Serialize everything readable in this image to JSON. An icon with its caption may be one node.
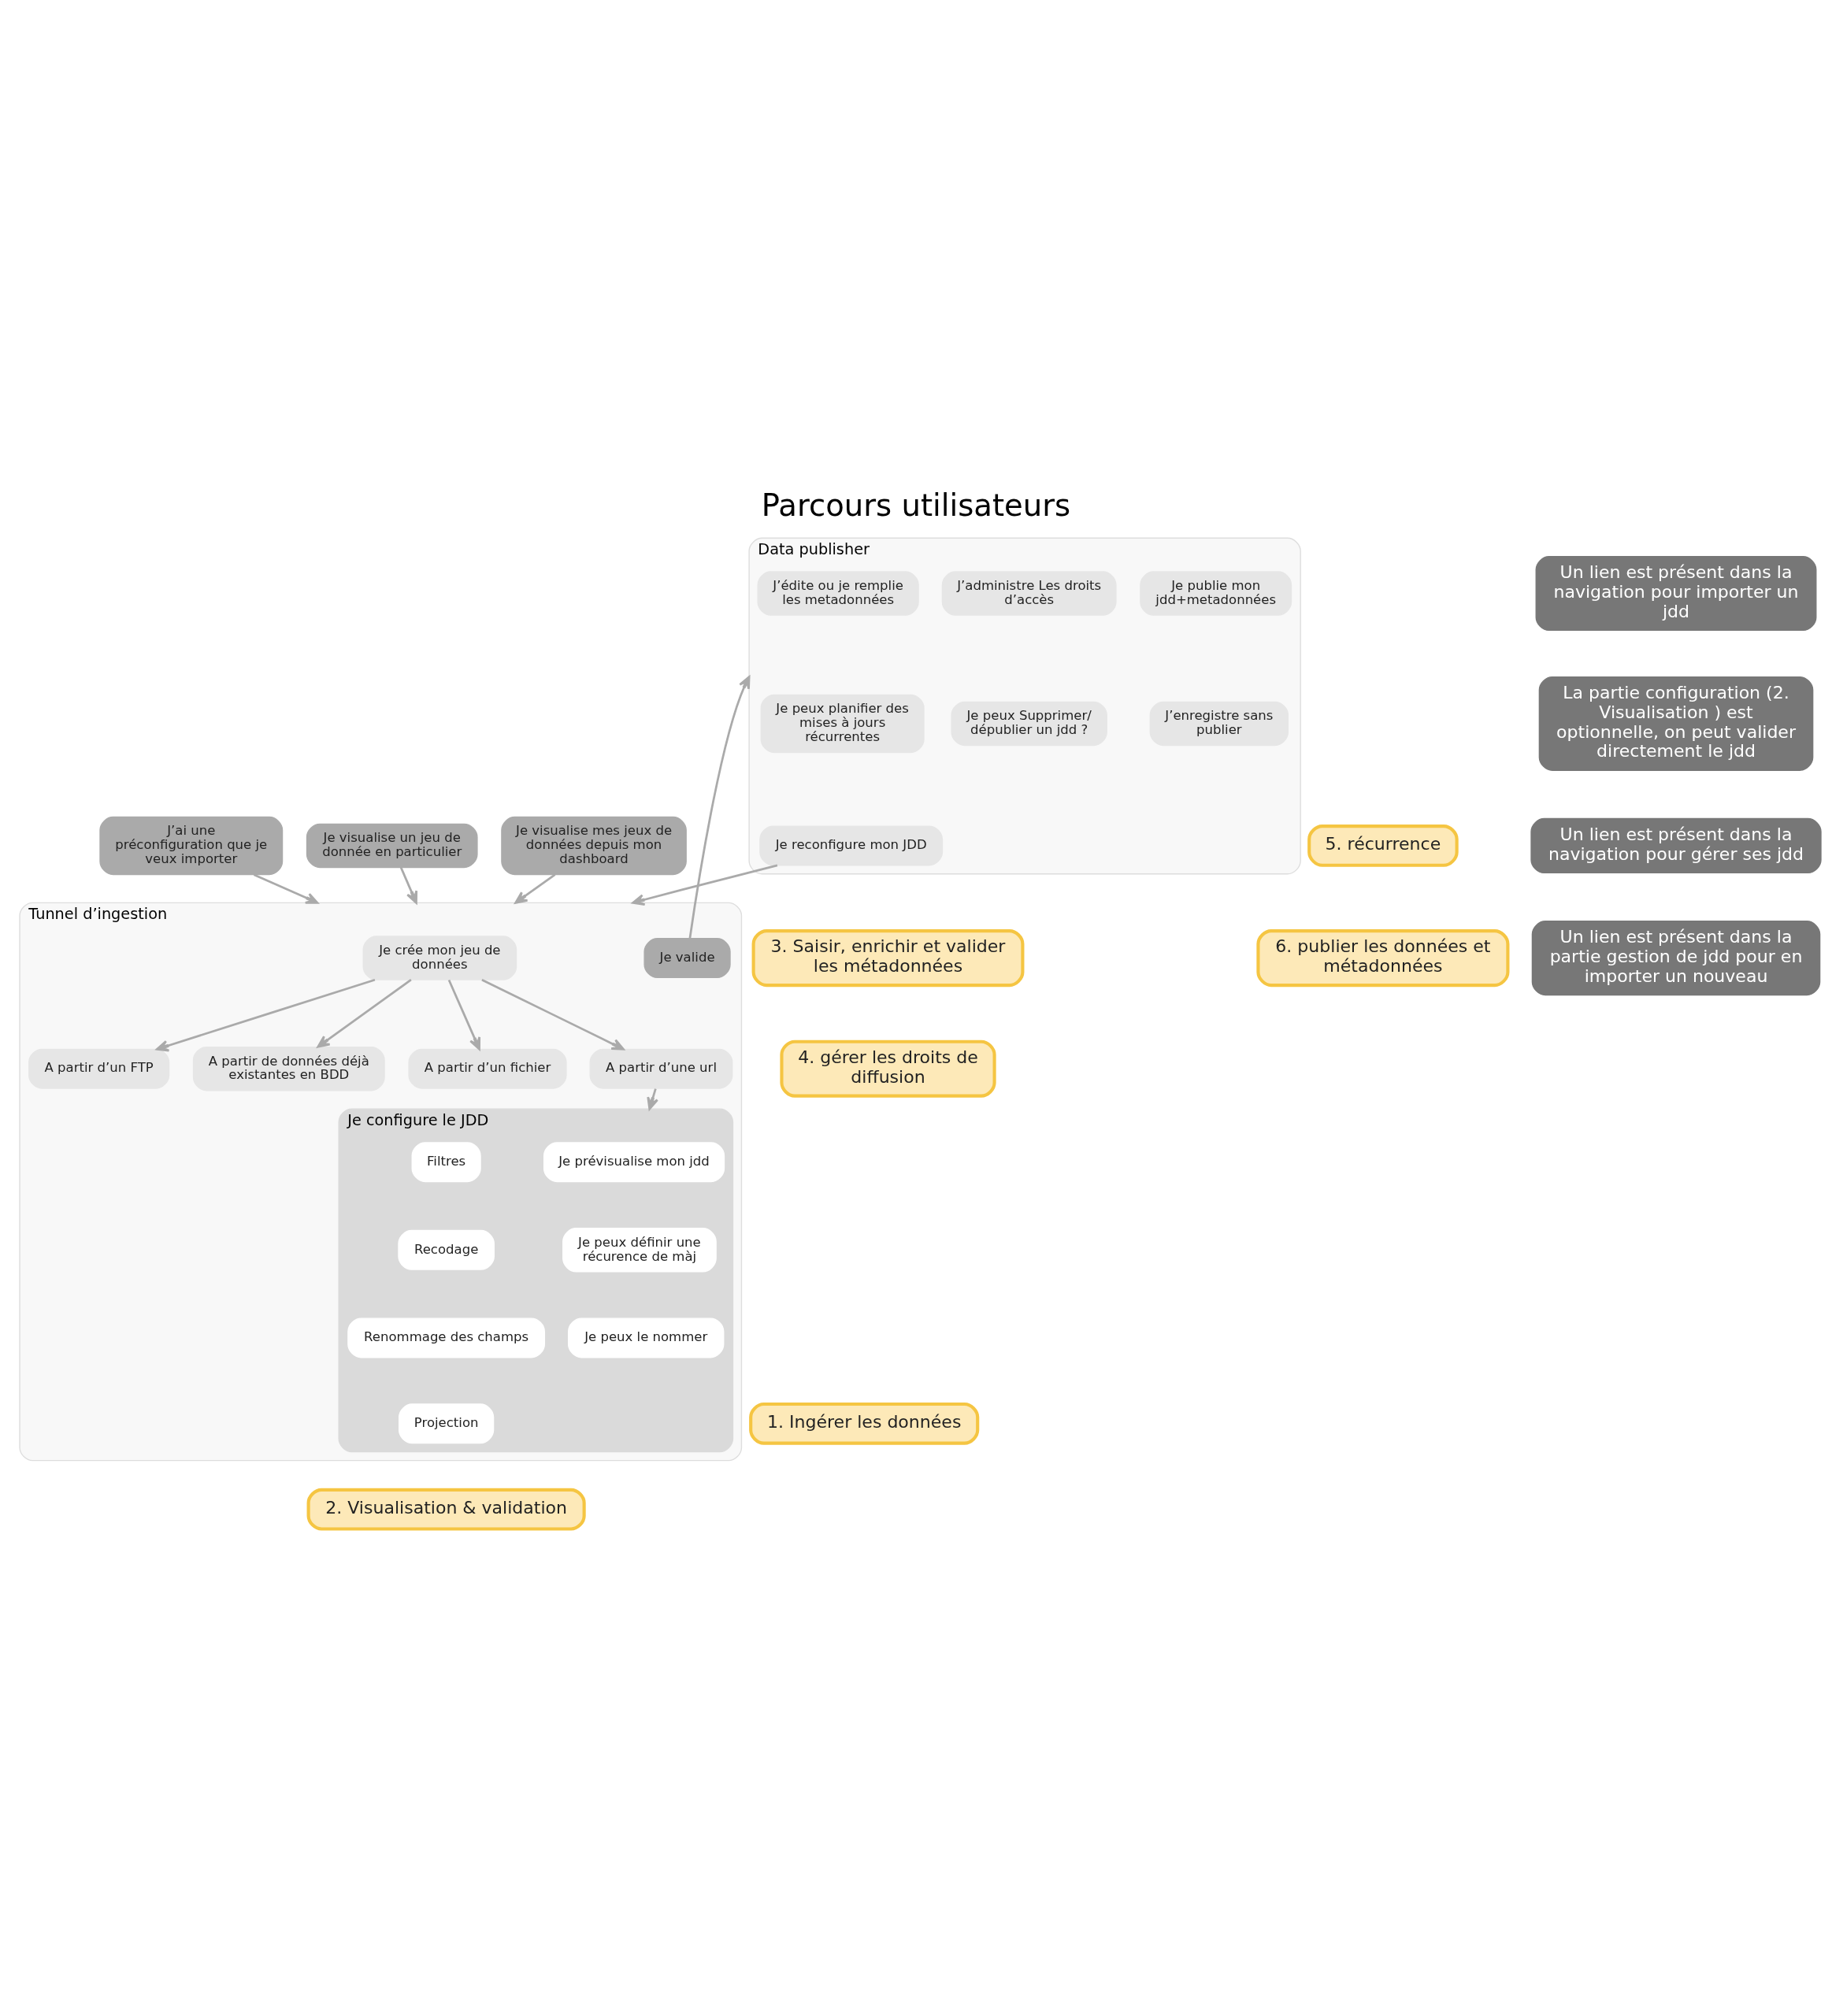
{
  "diagram": {
    "title": "Parcours utilisateurs",
    "nodes": [
      {
        "text": [
          "Je visualise mes jeux de données depuis mon dashboard"
        ]
      },
      {
        "text": [
          "J’ai une préconfiguration que je veux importer"
        ]
      },
      {
        "text": [
          "Je visualise un jeu de donnée en particulier"
        ]
      },
      {
        "text": [
          "Un lien est présent dans la navigation pour importer un jdd"
        ]
      },
      {
        "text": [
          "Tunnel d’ingestion"
        ]
      },
      {
        "text": [
          "Je crée mon jeu de données"
        ],
        "in": 4
      },
      {
        "text": [
          "A partir d’un fichier"
        ],
        "in": 4
      },
      {
        "text": [
          "A partir d’une url"
        ],
        "in": 4
      },
      {
        "text": [
          "A partir d’un FTP"
        ],
        "in": 4
      },
      {
        "text": [
          "A partir de données déjà existantes en BDD"
        ],
        "in": 4
      },
      {
        "text": [
          "Je configure le JDD"
        ],
        "in": 4
      },
      {
        "text": [
          "Je prévisualise mon jdd"
        ],
        "in": 10
      },
      {
        "text": [
          "Filtres"
        ],
        "in": 10
      },
      {
        "text": [
          "Recodage"
        ],
        "in": 10
      },
      {
        "text": [
          "Renommage des champs"
        ],
        "in": 10
      },
      {
        "text": [
          "Projection"
        ],
        "in": 10
      },
      {
        "text": [
          "Je peux définir une récurence de màj"
        ],
        "in": 10
      },
      {
        "text": [
          "Je peux le nommer"
        ],
        "in": 10
      },
      {
        "text": [
          "Je valide"
        ],
        "in": 4
      },
      {
        "text": [
          "1. Ingérer les données"
        ]
      },
      {
        "text": [
          "2. Visualisation & validation"
        ]
      },
      {
        "text": [
          "Data publisher"
        ]
      },
      {
        "text": [
          "J’édite ou je remplie les metadonnées"
        ],
        "in": 21
      },
      {
        "text": [
          "J’administre Les droits d’accès"
        ],
        "in": 21
      },
      {
        "text": [
          "Je publie mon jdd+metadonnées"
        ],
        "in": 21
      },
      {
        "text": [
          "Je peux planifier des mises à jours récurrentes"
        ],
        "in": 21
      },
      {
        "text": [
          "J’enregistre sans publier"
        ],
        "in": 21
      },
      {
        "text": [
          "Je reconfigure mon JDD"
        ],
        "in": 21
      },
      {
        "text": [
          "Je peux Supprimer/ dépublier un jdd ?"
        ],
        "in": 21
      },
      {
        "text": [
          "3. Saisir, enrichir et valider les métadonnées"
        ]
      },
      {
        "text": [
          "5. récurrence"
        ]
      },
      {
        "text": [
          "4. gérer les droits de diffusion"
        ]
      },
      {
        "text": [
          "6. publier les données et métadonnées"
        ]
      },
      {
        "text": [
          "La partie configuration (2. Visualisation ) est optionnelle, on peut valider directement le jdd"
        ]
      },
      {
        "text": [
          "Un lien est présent dans la navigation pour gérer ses jdd"
        ]
      },
      {
        "text": [
          "Un lien est présent dans la partie gestion de jdd pour en importer un nouveau"
        ]
      }
    ],
    "edges": [
      {
        "from": 0,
        "to": 4,
        "arrow": "to"
      },
      {
        "from": 1,
        "to": 4,
        "arrow": "to"
      },
      {
        "from": 2,
        "to": 4,
        "arrow": "to"
      },
      {
        "from": 27,
        "to": 4,
        "arrow": "to"
      },
      {
        "from": 5,
        "to": 6,
        "arrow": "to"
      },
      {
        "from": 5,
        "to": 7,
        "arrow": "to"
      },
      {
        "from": 5,
        "to": 8,
        "arrow": "to"
      },
      {
        "from": 5,
        "to": 9,
        "arrow": "to"
      },
      {
        "from": 7,
        "to": 10,
        "arrow": "to"
      },
      {
        "from": 18,
        "to": 21,
        "arrow": "to"
      }
    ]
  }
}
